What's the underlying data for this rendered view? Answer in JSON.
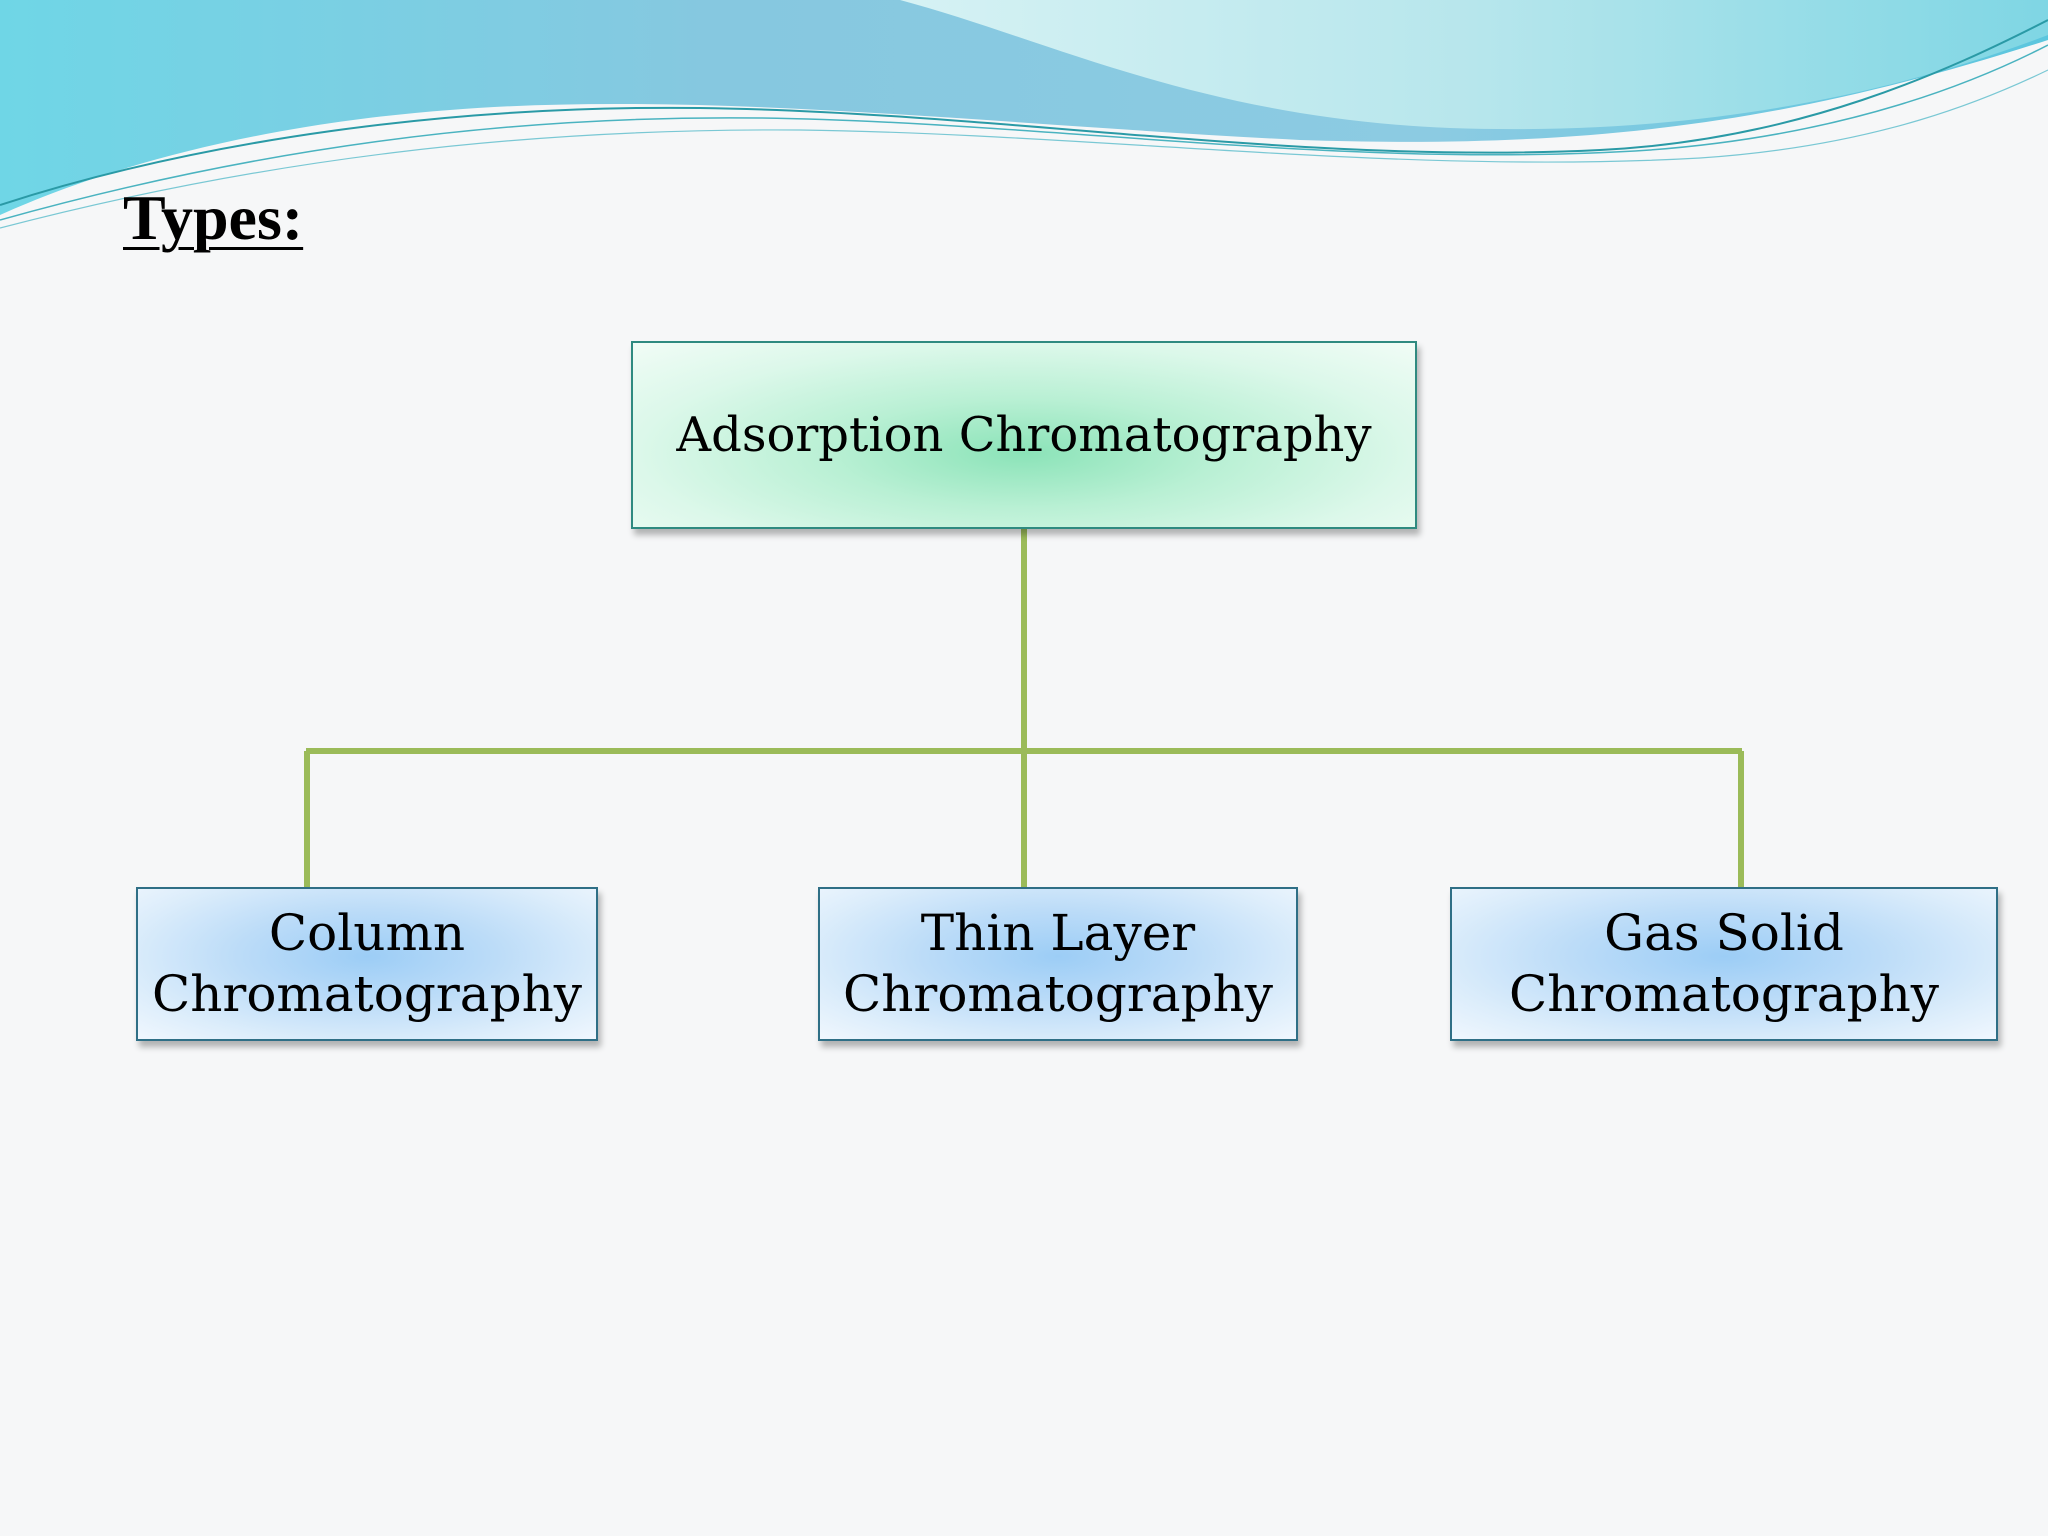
{
  "slide": {
    "title": "Types:"
  },
  "diagram": {
    "root": "Adsorption Chromatography",
    "children": [
      {
        "line1": "Column",
        "line2": "Chromatography"
      },
      {
        "line1": "Thin Layer",
        "line2": "Chromatography"
      },
      {
        "line1": "Gas Solid",
        "line2": "Chromatography"
      }
    ]
  },
  "colors": {
    "connector": "#9bbb59",
    "root_border": "#2f8a80",
    "child_border": "#2f6f86"
  }
}
